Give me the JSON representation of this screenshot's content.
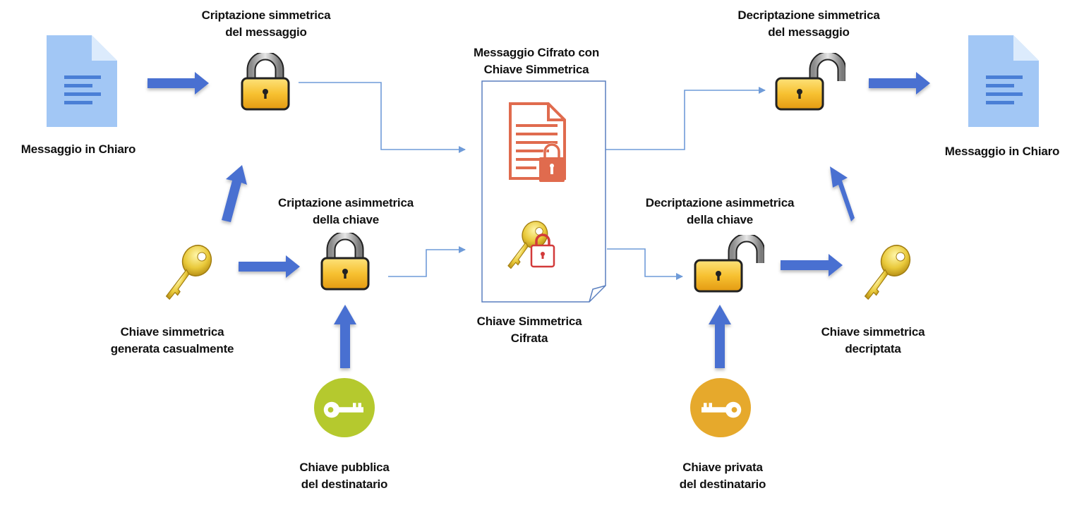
{
  "diagram": {
    "title": "Hybrid encryption flow",
    "colors": {
      "arrow": "#4a6fd1",
      "connector": "#6f9bd8",
      "doc_blue": "#a2c7f5",
      "doc_lines": "#4a7fd6",
      "encrypted_doc": "#e06b4e",
      "lock_body": "#f5b824",
      "public_key_circle": "#b5c92e",
      "private_key_circle": "#e6a92c",
      "small_lock_red": "#d23a3a"
    },
    "nodes": {
      "plain_message_in": {
        "lines": [
          "Messaggio in Chiaro"
        ]
      },
      "symmetric_encryption": {
        "lines": [
          "Criptazione simmetrica",
          "del messaggio"
        ]
      },
      "encrypted_message": {
        "lines": [
          "Messaggio Cifrato con",
          "Chiave Simmetrica"
        ]
      },
      "encrypted_key": {
        "lines": [
          "Chiave Simmetrica",
          "Cifrata"
        ]
      },
      "symmetric_decryption": {
        "lines": [
          "Decriptazione simmetrica",
          "del messaggio"
        ]
      },
      "plain_message_out": {
        "lines": [
          "Messaggio in Chiaro"
        ]
      },
      "random_symmetric_key": {
        "lines": [
          "Chiave simmetrica",
          "generata casualmente"
        ]
      },
      "asymmetric_encryption": {
        "lines": [
          "Criptazione asimmetrica",
          "della chiave"
        ]
      },
      "asymmetric_decryption": {
        "lines": [
          "Decriptazione asimmetrica",
          "della chiave"
        ]
      },
      "decrypted_symmetric_key": {
        "lines": [
          "Chiave simmetrica",
          "decriptata"
        ]
      },
      "recipient_public_key": {
        "lines": [
          "Chiave pubblica",
          "del destinatario"
        ]
      },
      "recipient_private_key": {
        "lines": [
          "Chiave privata",
          "del destinatario"
        ]
      }
    },
    "edges": [
      {
        "from": "plain_message_in",
        "to": "symmetric_encryption",
        "style": "thick"
      },
      {
        "from": "symmetric_encryption",
        "to": "encrypted_message",
        "style": "thin"
      },
      {
        "from": "random_symmetric_key",
        "to": "symmetric_encryption",
        "style": "thick"
      },
      {
        "from": "random_symmetric_key",
        "to": "asymmetric_encryption",
        "style": "thick"
      },
      {
        "from": "recipient_public_key",
        "to": "asymmetric_encryption",
        "style": "thick"
      },
      {
        "from": "asymmetric_encryption",
        "to": "encrypted_key",
        "style": "thin"
      },
      {
        "from": "encrypted_message",
        "to": "symmetric_decryption",
        "style": "thin"
      },
      {
        "from": "encrypted_key",
        "to": "asymmetric_decryption",
        "style": "thin"
      },
      {
        "from": "recipient_private_key",
        "to": "asymmetric_decryption",
        "style": "thick"
      },
      {
        "from": "asymmetric_decryption",
        "to": "decrypted_symmetric_key",
        "style": "thick"
      },
      {
        "from": "decrypted_symmetric_key",
        "to": "symmetric_decryption",
        "style": "thick"
      },
      {
        "from": "symmetric_decryption",
        "to": "plain_message_out",
        "style": "thick"
      }
    ]
  }
}
